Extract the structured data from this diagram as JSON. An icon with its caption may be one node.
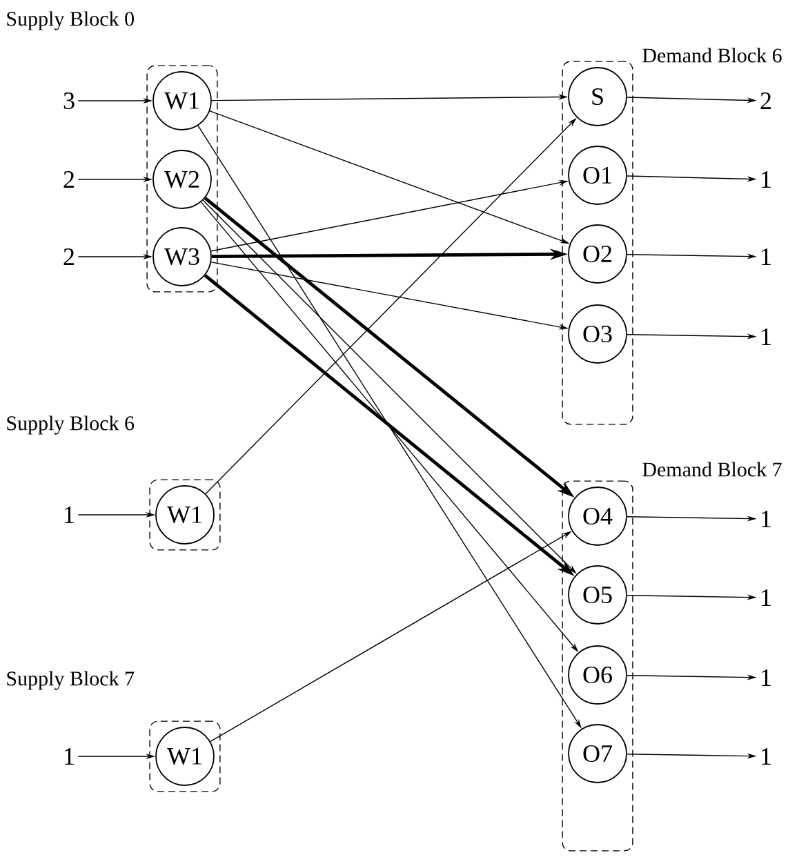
{
  "diagram": {
    "nodes": [
      {
        "text": [
          "Supply Block 0"
        ]
      },
      {
        "text": [
          "W1"
        ],
        "in": 0
      },
      {
        "text": [
          "W2"
        ],
        "in": 0
      },
      {
        "text": [
          "W3"
        ],
        "in": 0
      },
      {
        "text": [
          "Supply Block 6"
        ]
      },
      {
        "text": [
          "W1"
        ],
        "in": 4
      },
      {
        "text": [
          "Supply Block 7"
        ]
      },
      {
        "text": [
          "W1"
        ],
        "in": 6
      },
      {
        "text": [
          "Demand Block 6"
        ]
      },
      {
        "text": [
          "S"
        ],
        "in": 8
      },
      {
        "text": [
          "O1"
        ],
        "in": 8
      },
      {
        "text": [
          "O2"
        ],
        "in": 8
      },
      {
        "text": [
          "O3"
        ],
        "in": 8
      },
      {
        "text": [
          "Demand Block 7"
        ]
      },
      {
        "text": [
          "O4"
        ],
        "in": 13
      },
      {
        "text": [
          "O5"
        ],
        "in": 13
      },
      {
        "text": [
          "O6"
        ],
        "in": 13
      },
      {
        "text": [
          "O7"
        ],
        "in": 13
      },
      {
        "text": [
          "3"
        ]
      },
      {
        "text": [
          "2"
        ]
      },
      {
        "text": [
          "2"
        ]
      },
      {
        "text": [
          "1"
        ]
      },
      {
        "text": [
          "1"
        ]
      },
      {
        "text": [
          "2"
        ]
      },
      {
        "text": [
          "1"
        ]
      },
      {
        "text": [
          "1"
        ]
      },
      {
        "text": [
          "1"
        ]
      },
      {
        "text": [
          "1"
        ]
      },
      {
        "text": [
          "1"
        ]
      },
      {
        "text": [
          "1"
        ]
      },
      {
        "text": [
          "1"
        ]
      }
    ],
    "edges": [
      {
        "from": 1,
        "to": 9,
        "arrow": "to"
      },
      {
        "from": 1,
        "to": 11,
        "arrow": "to"
      },
      {
        "from": 1,
        "to": 17,
        "arrow": "to"
      },
      {
        "from": 2,
        "to": 14,
        "arrow": "to",
        "style": "thick"
      },
      {
        "from": 2,
        "to": 15,
        "arrow": "to"
      },
      {
        "from": 2,
        "to": 16,
        "arrow": "to"
      },
      {
        "from": 3,
        "to": 10,
        "arrow": "to"
      },
      {
        "from": 3,
        "to": 11,
        "arrow": "to",
        "style": "thick"
      },
      {
        "from": 3,
        "to": 12,
        "arrow": "to"
      },
      {
        "from": 3,
        "to": 15,
        "arrow": "to",
        "style": "thick"
      },
      {
        "from": 5,
        "to": 9,
        "arrow": "to"
      },
      {
        "from": 7,
        "to": 14,
        "arrow": "to"
      },
      {
        "from": 18,
        "to": 1,
        "arrow": "to"
      },
      {
        "from": 19,
        "to": 2,
        "arrow": "to"
      },
      {
        "from": 20,
        "to": 3,
        "arrow": "to"
      },
      {
        "from": 21,
        "to": 5,
        "arrow": "to"
      },
      {
        "from": 22,
        "to": 7,
        "arrow": "to"
      },
      {
        "from": 9,
        "to": 23,
        "arrow": "to"
      },
      {
        "from": 10,
        "to": 24,
        "arrow": "to"
      },
      {
        "from": 11,
        "to": 25,
        "arrow": "to"
      },
      {
        "from": 12,
        "to": 26,
        "arrow": "to"
      },
      {
        "from": 14,
        "to": 27,
        "arrow": "to"
      },
      {
        "from": 15,
        "to": 28,
        "arrow": "to"
      },
      {
        "from": 16,
        "to": 29,
        "arrow": "to"
      },
      {
        "from": 17,
        "to": 30,
        "arrow": "to"
      }
    ]
  }
}
